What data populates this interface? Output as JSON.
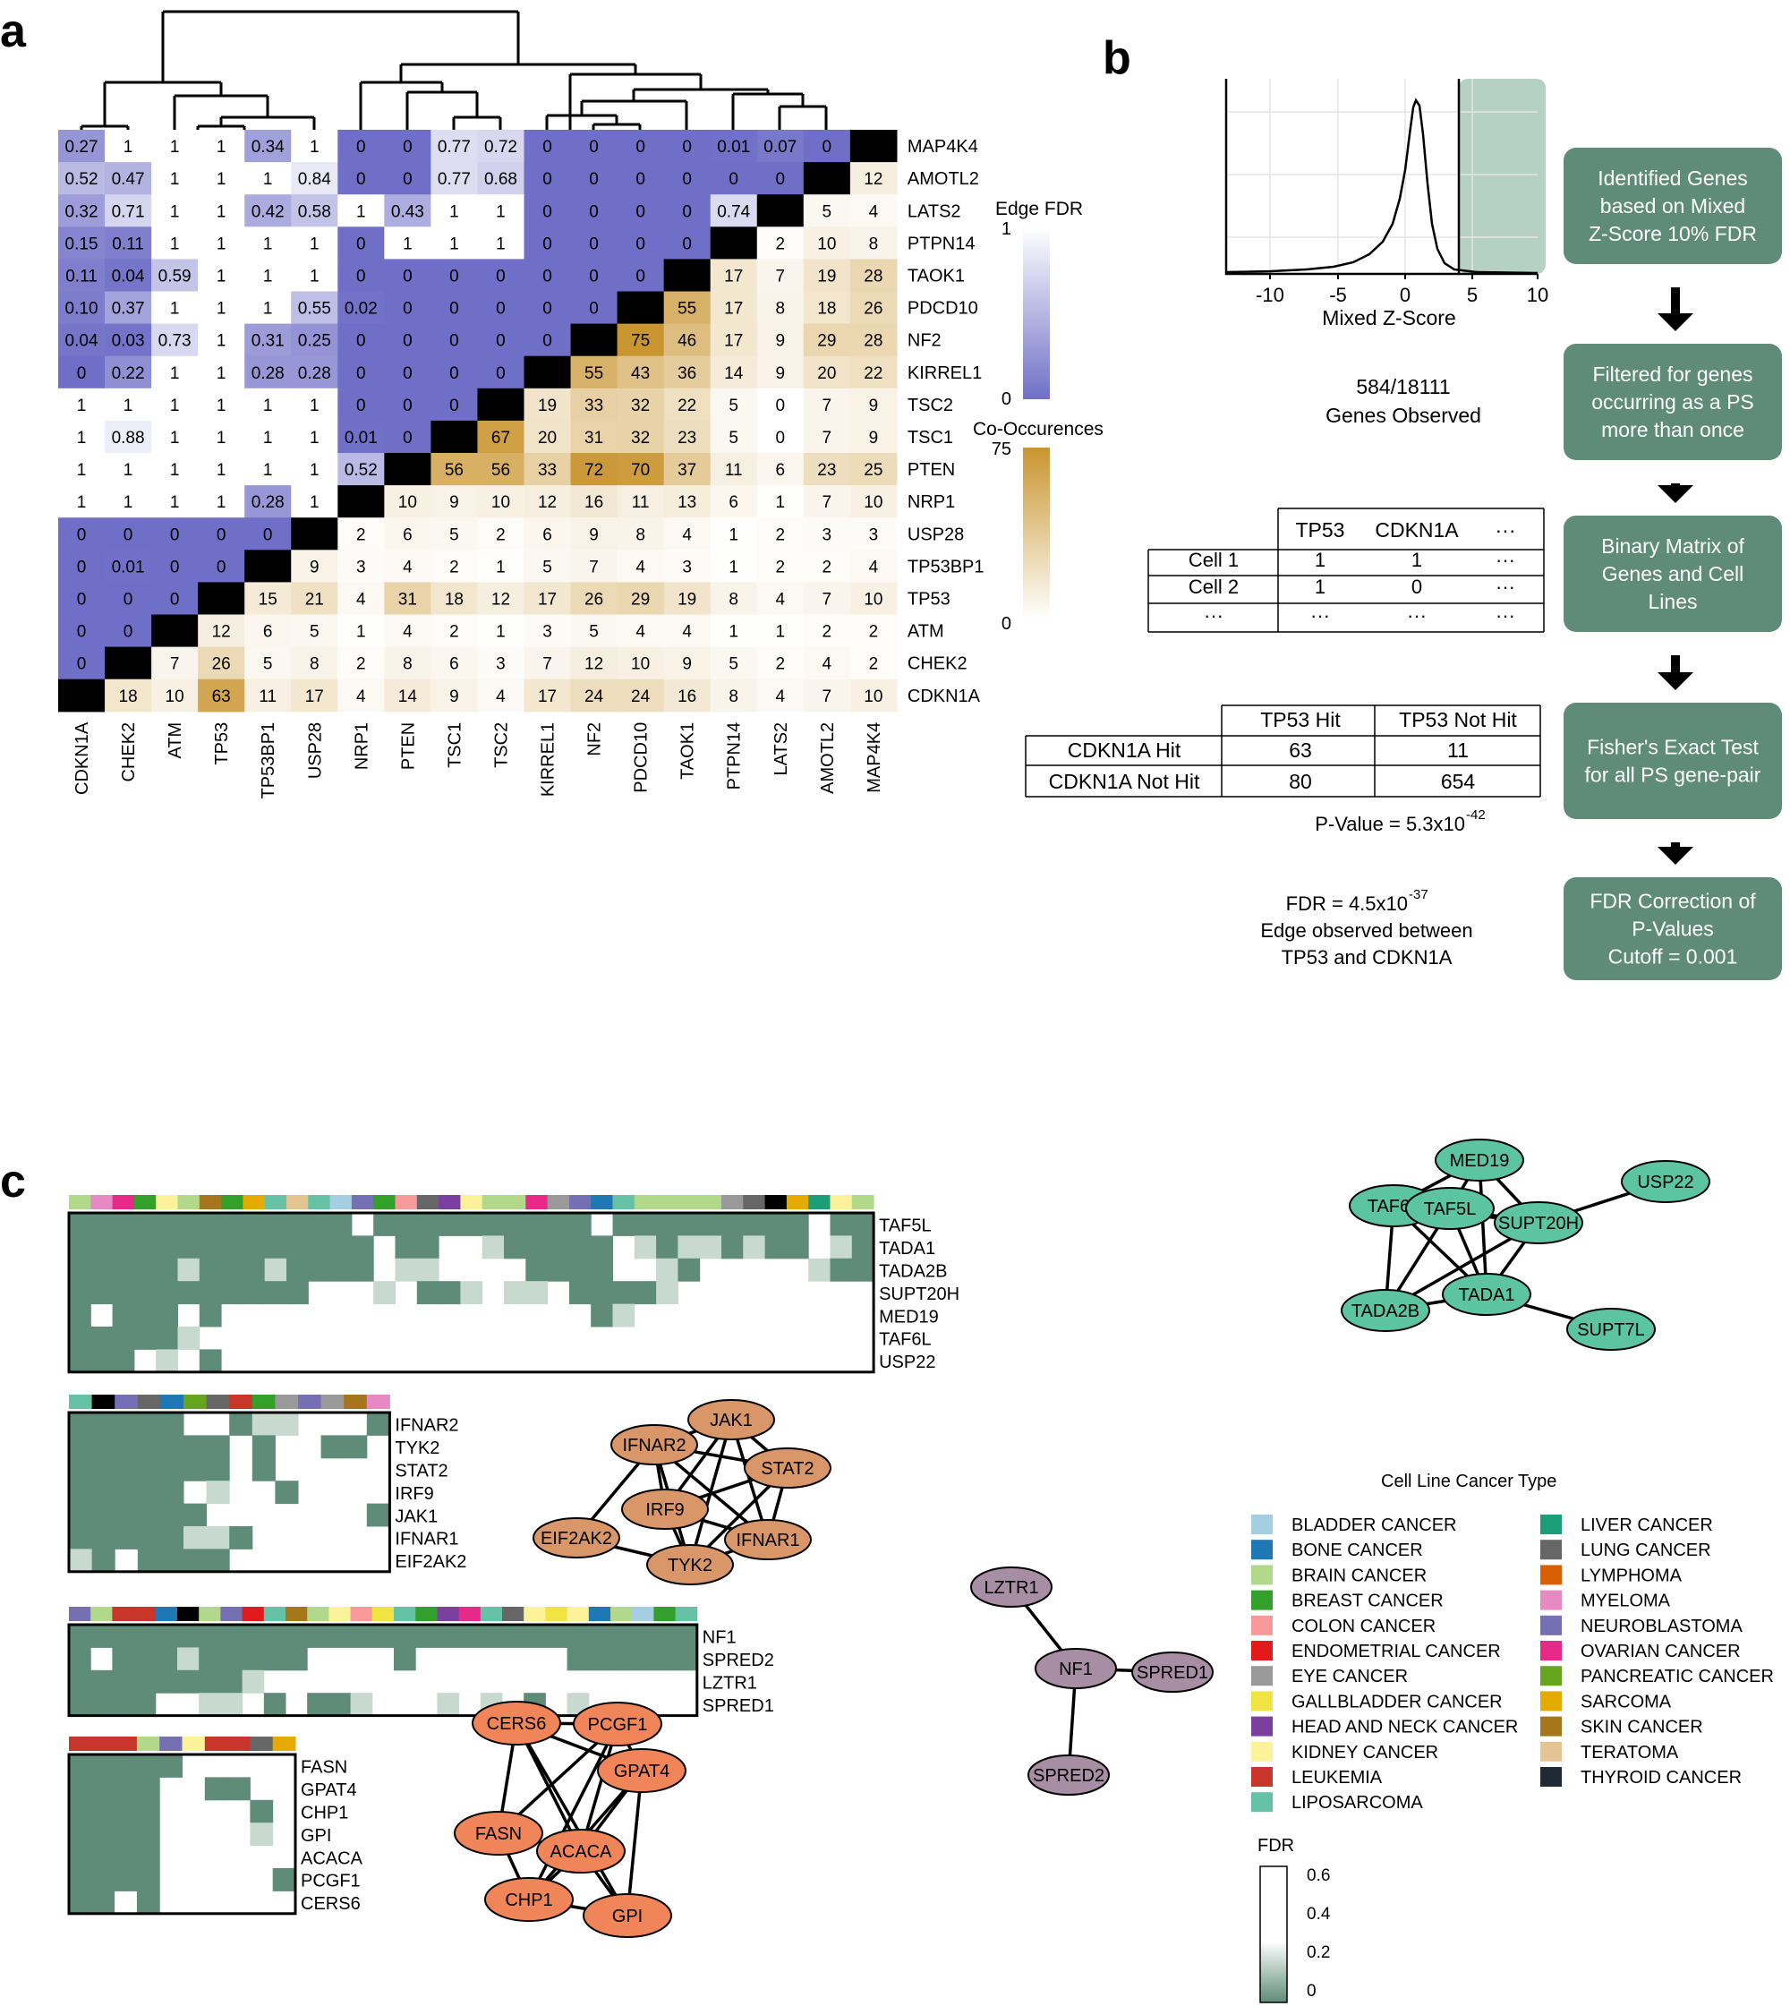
{
  "panels": {
    "a": "a",
    "b": "b",
    "c": "c"
  },
  "panel_a": {
    "genes": [
      "CDKN1A",
      "CHEK2",
      "ATM",
      "TP53",
      "TP53BP1",
      "USP28",
      "NRP1",
      "PTEN",
      "TSC1",
      "TSC2",
      "KIRREL1",
      "NF2",
      "PDCD10",
      "TAOK1",
      "PTPN14",
      "LATS2",
      "AMOTL2",
      "MAP4K4"
    ],
    "fdr_colorbar": {
      "title": "Edge FDR",
      "max_label": "1",
      "min_label": "0",
      "colors": [
        "#ffffff",
        "#6f6fc7"
      ]
    },
    "cooc_colorbar": {
      "title": "Co-Occurences",
      "max_label": "75",
      "min_label": "0",
      "colors": [
        "#ffffff",
        "#c99530"
      ]
    },
    "rows": [
      [
        "0.27",
        "1",
        "1",
        "1",
        "0.34",
        "1",
        "0",
        "0",
        "0.77",
        "0.72",
        "0",
        "0",
        "0",
        "0",
        "0.01",
        "0.07",
        "0",
        ""
      ],
      [
        "0.52",
        "0.47",
        "1",
        "1",
        "1",
        "0.84",
        "0",
        "0",
        "0.77",
        "0.68",
        "0",
        "0",
        "0",
        "0",
        "0",
        "0",
        "",
        "12"
      ],
      [
        "0.32",
        "0.71",
        "1",
        "1",
        "0.42",
        "0.58",
        "1",
        "0.43",
        "1",
        "1",
        "0",
        "0",
        "0",
        "0",
        "0.74",
        "",
        "5",
        "4"
      ],
      [
        "0.15",
        "0.11",
        "1",
        "1",
        "1",
        "1",
        "0",
        "1",
        "1",
        "1",
        "0",
        "0",
        "0",
        "0",
        "",
        "2",
        "10",
        "8"
      ],
      [
        "0.11",
        "0.04",
        "0.59",
        "1",
        "1",
        "1",
        "0",
        "0",
        "0",
        "0",
        "0",
        "0",
        "0",
        "",
        "17",
        "7",
        "19",
        "28"
      ],
      [
        "0.10",
        "0.37",
        "1",
        "1",
        "1",
        "0.55",
        "0.02",
        "0",
        "0",
        "0",
        "0",
        "0",
        "",
        "55",
        "17",
        "8",
        "18",
        "26"
      ],
      [
        "0.04",
        "0.03",
        "0.73",
        "1",
        "0.31",
        "0.25",
        "0",
        "0",
        "0",
        "0",
        "0",
        "",
        "75",
        "46",
        "17",
        "9",
        "29",
        "28"
      ],
      [
        "0",
        "0.22",
        "1",
        "1",
        "0.28",
        "0.28",
        "0",
        "0",
        "0",
        "0",
        "",
        "55",
        "43",
        "36",
        "14",
        "9",
        "20",
        "22"
      ],
      [
        "1",
        "1",
        "1",
        "1",
        "1",
        "1",
        "0",
        "0",
        "0",
        "",
        "19",
        "33",
        "32",
        "22",
        "5",
        "0",
        "7",
        "9"
      ],
      [
        "1",
        "0.88",
        "1",
        "1",
        "1",
        "1",
        "0.01",
        "0",
        "",
        "67",
        "20",
        "31",
        "32",
        "23",
        "5",
        "0",
        "7",
        "9"
      ],
      [
        "1",
        "1",
        "1",
        "1",
        "1",
        "1",
        "0.52",
        "",
        "56",
        "56",
        "33",
        "72",
        "70",
        "37",
        "11",
        "6",
        "23",
        "25"
      ],
      [
        "1",
        "1",
        "1",
        "1",
        "0.28",
        "1",
        "",
        "10",
        "9",
        "10",
        "12",
        "16",
        "11",
        "13",
        "6",
        "1",
        "7",
        "10"
      ],
      [
        "0",
        "0",
        "0",
        "0",
        "0",
        "",
        "2",
        "6",
        "5",
        "2",
        "6",
        "9",
        "8",
        "4",
        "1",
        "2",
        "3",
        "3"
      ],
      [
        "0",
        "0.01",
        "0",
        "0",
        "",
        "9",
        "3",
        "4",
        "2",
        "1",
        "5",
        "7",
        "4",
        "3",
        "1",
        "2",
        "2",
        "4"
      ],
      [
        "0",
        "0",
        "0",
        "",
        "15",
        "21",
        "4",
        "31",
        "18",
        "12",
        "17",
        "26",
        "29",
        "19",
        "8",
        "4",
        "7",
        "10"
      ],
      [
        "0",
        "0",
        "",
        "12",
        "6",
        "5",
        "1",
        "4",
        "2",
        "1",
        "3",
        "5",
        "4",
        "4",
        "1",
        "1",
        "2",
        "2"
      ],
      [
        "0",
        "",
        "7",
        "26",
        "5",
        "8",
        "2",
        "8",
        "6",
        "3",
        "7",
        "12",
        "10",
        "9",
        "5",
        "2",
        "4",
        "2"
      ],
      [
        "",
        "18",
        "10",
        "63",
        "11",
        "17",
        "4",
        "14",
        "9",
        "4",
        "17",
        "24",
        "24",
        "16",
        "8",
        "4",
        "7",
        "10"
      ]
    ]
  },
  "panel_b": {
    "density_xlabel": "Mixed Z-Score",
    "density_ticks": [
      "-10",
      "-5",
      "0",
      "5",
      "10"
    ],
    "genes_observed_line1": "584/18111",
    "genes_observed_line2": "Genes Observed",
    "binary_matrix": {
      "header": [
        "TP53",
        "CDKN1A",
        "···"
      ],
      "rows": [
        [
          "Cell 1",
          "1",
          "1",
          "···"
        ],
        [
          "Cell 2",
          "1",
          "0",
          "···"
        ],
        [
          "···",
          "···",
          "···",
          "···"
        ]
      ]
    },
    "contingency": {
      "header": [
        "TP53 Hit",
        "TP53 Not Hit"
      ],
      "rows": [
        [
          "CDKN1A Hit",
          "63",
          "11"
        ],
        [
          "CDKN1A Not Hit",
          "80",
          "654"
        ]
      ]
    },
    "pvalue_text": "P-Value = 5.3x10",
    "pvalue_exp": "-42",
    "fdr_text": "FDR = 4.5x10",
    "fdr_exp": "-37",
    "edge_line1": "Edge observed between",
    "edge_line2": "TP53 and CDKN1A",
    "flow_boxes": [
      [
        "Identified Genes",
        "based on Mixed",
        "Z-Score 10% FDR"
      ],
      [
        "Filtered for genes",
        "occurring as a PS",
        "more than once"
      ],
      [
        "Binary Matrix of",
        "Genes and Cell",
        "Lines"
      ],
      [
        "Fisher's Exact Test",
        "for all PS gene-pair"
      ],
      [
        "FDR Correction of",
        "P-Values",
        "Cutoff = 0.001"
      ]
    ],
    "flow_color": "#5e8c78"
  },
  "panel_c": {
    "heat_color": "#5e8c78",
    "heatmaps": [
      {
        "genes": [
          "TAF5L",
          "TADA1",
          "TADA2B",
          "SUPT20H",
          "MED19",
          "TAF6L",
          "USP22"
        ]
      },
      {
        "genes": [
          "IFNAR2",
          "TYK2",
          "STAT2",
          "IRF9",
          "JAK1",
          "IFNAR1",
          "EIF2AK2"
        ]
      },
      {
        "genes": [
          "NF1",
          "SPRED2",
          "LZTR1",
          "SPRED1"
        ]
      },
      {
        "genes": [
          "FASN",
          "GPAT4",
          "CHP1",
          "GPI",
          "ACACA",
          "PCGF1",
          "CERS6"
        ]
      }
    ],
    "networks": [
      {
        "color": "#5cc4a0",
        "nodes": [
          "MED19",
          "USP22",
          "TAF6L",
          "TAF5L",
          "SUPT20H",
          "TADA2B",
          "TADA1",
          "SUPT7L"
        ]
      },
      {
        "color": "#d99668",
        "nodes": [
          "JAK1",
          "IFNAR2",
          "STAT2",
          "IRF9",
          "EIF2AK2",
          "IFNAR1",
          "TYK2"
        ]
      },
      {
        "color": "#a88ea4",
        "nodes": [
          "LZTR1",
          "NF1",
          "SPRED1",
          "SPRED2"
        ]
      },
      {
        "color": "#f0855a",
        "nodes": [
          "CERS6",
          "PCGF1",
          "GPAT4",
          "FASN",
          "ACACA",
          "CHP1",
          "GPI"
        ]
      }
    ],
    "legend_title": "Cell Line Cancer Type",
    "legend": [
      {
        "label": "BLADDER CANCER",
        "color": "#a6cee3"
      },
      {
        "label": "BONE CANCER",
        "color": "#1f78b4"
      },
      {
        "label": "BRAIN CANCER",
        "color": "#b2d88a"
      },
      {
        "label": "BREAST CANCER",
        "color": "#33a02c"
      },
      {
        "label": "COLON CANCER",
        "color": "#f79a99"
      },
      {
        "label": "ENDOMETRIAL CANCER",
        "color": "#e31a1c"
      },
      {
        "label": "EYE CANCER",
        "color": "#999999"
      },
      {
        "label": "GALLBLADDER CANCER",
        "color": "#f0e442"
      },
      {
        "label": "HEAD AND NECK CANCER",
        "color": "#7b3fa0"
      },
      {
        "label": "KIDNEY CANCER",
        "color": "#fbf29a"
      },
      {
        "label": "LEUKEMIA",
        "color": "#c8352a"
      },
      {
        "label": "LIPOSARCOMA",
        "color": "#66c2a5"
      },
      {
        "label": "LIVER CANCER",
        "color": "#1b9e77"
      },
      {
        "label": "LUNG CANCER",
        "color": "#666666"
      },
      {
        "label": "LYMPHOMA",
        "color": "#d95f02"
      },
      {
        "label": "MYELOMA",
        "color": "#e78ac3"
      },
      {
        "label": "NEUROBLASTOMA",
        "color": "#7570b3"
      },
      {
        "label": "OVARIAN CANCER",
        "color": "#e7298a"
      },
      {
        "label": "PANCREATIC CANCER",
        "color": "#66a61e"
      },
      {
        "label": "SARCOMA",
        "color": "#e6ab02"
      },
      {
        "label": "SKIN CANCER",
        "color": "#a6761d"
      },
      {
        "label": "TERATOMA",
        "color": "#e5c494"
      },
      {
        "label": "THYROID CANCER",
        "color": "#1f2a36"
      }
    ],
    "fdr_legend": {
      "title": "FDR",
      "ticks": [
        "0.6",
        "0.4",
        "0.2",
        "0"
      ]
    }
  }
}
